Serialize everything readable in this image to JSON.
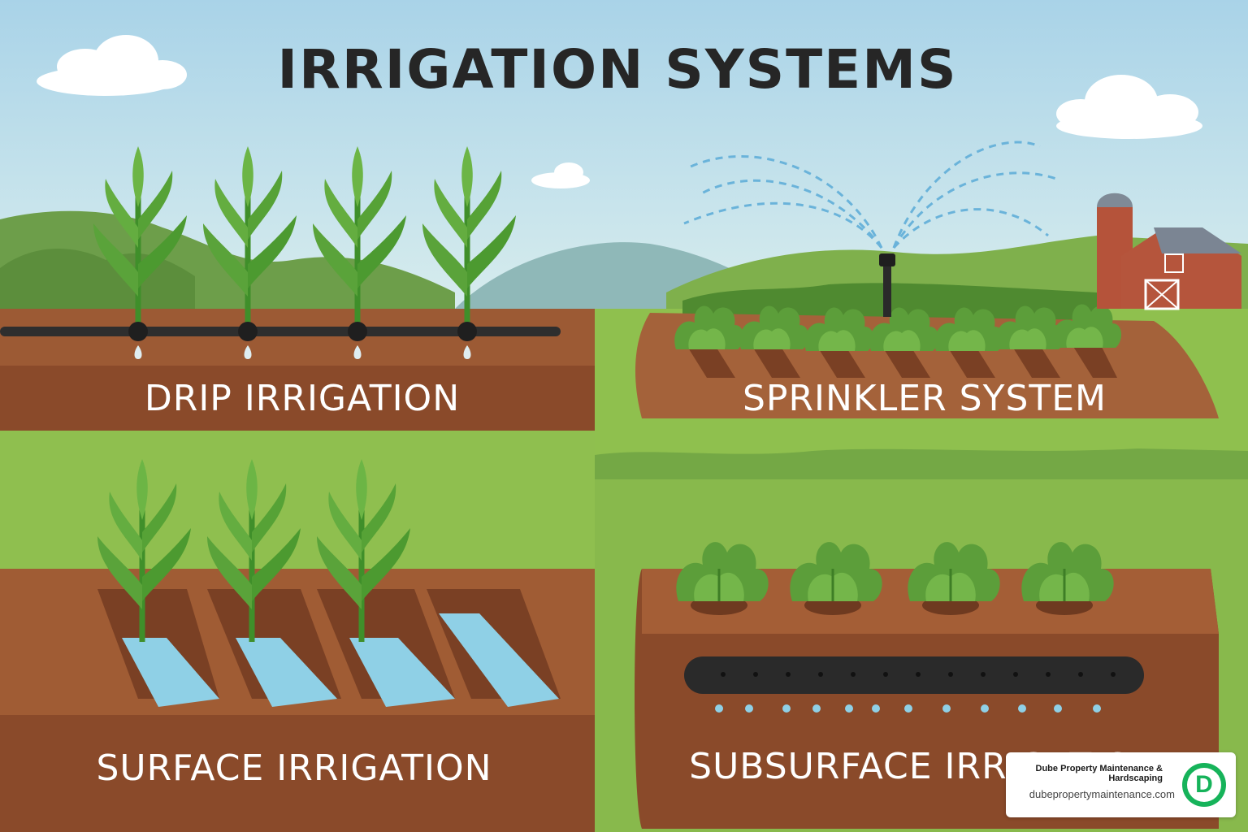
{
  "title": "IRRIGATION SYSTEMS",
  "panels": {
    "drip": "DRIP IRRIGATION",
    "sprinkler": "SPRINKLER SYSTEM",
    "surface": "SURFACE IRRIGATION",
    "subsurface": "SUBSURFACE IRRIGATION"
  },
  "badge": {
    "company": "Dube Property Maintenance & Hardscaping",
    "url": "dubepropertymaintenance.com",
    "logo_letter": "D"
  },
  "colors": {
    "sky": "#b9dbe9",
    "soil": "#8a4a2a",
    "grass": "#8fc04e",
    "water": "#8fd0e6",
    "brand": "#16b35a"
  }
}
